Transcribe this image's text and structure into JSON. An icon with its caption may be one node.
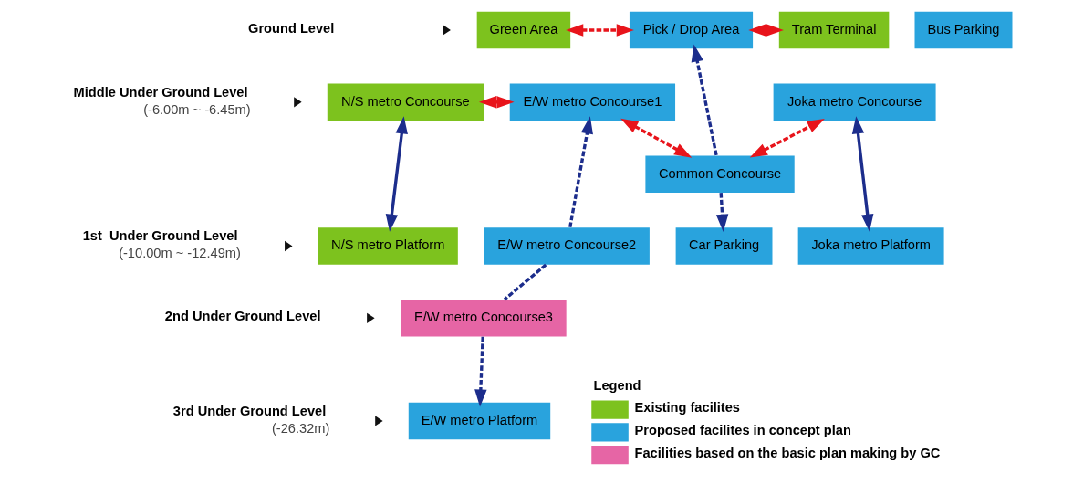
{
  "diagram": {
    "nodes": [
      {
        "text": [
          "Green Area"
        ]
      },
      {
        "text": [
          "Pick / Drop Area"
        ]
      },
      {
        "text": [
          "Tram Terminal"
        ]
      },
      {
        "text": [
          "N/S metro Concourse"
        ]
      },
      {
        "text": [
          "E/W metro Concourse1"
        ]
      },
      {
        "text": [
          "Bus Parking"
        ]
      },
      {
        "text": [
          "Common Concourse"
        ]
      },
      {
        "text": [
          "Joka metro Concourse"
        ]
      },
      {
        "text": [
          "N/S metro Platform"
        ]
      },
      {
        "text": [
          "E/W metro Concourse2"
        ]
      },
      {
        "text": [
          "Car Parking"
        ]
      },
      {
        "text": [
          "Joka metro Platform"
        ]
      },
      {
        "text": [
          "E/W metro Concourse3"
        ]
      },
      {
        "text": [
          "E/W metro Platform"
        ]
      }
    ],
    "edges": [
      {
        "from": 0,
        "to": 1,
        "arrow": "both",
        "style": "dashed",
        "color": "#e8141b"
      },
      {
        "from": 1,
        "to": 2,
        "arrow": "both",
        "style": "dashed",
        "color": "#e8141b"
      },
      {
        "from": 3,
        "to": 4,
        "arrow": "both",
        "style": "dashed",
        "color": "#e8141b"
      },
      {
        "from": 4,
        "to": 6,
        "arrow": "both",
        "style": "dashed",
        "color": "#e8141b"
      },
      {
        "from": 6,
        "to": 7,
        "arrow": "both",
        "style": "dashed",
        "color": "#e8141b"
      },
      {
        "from": 3,
        "to": 8,
        "arrow": "both"
      },
      {
        "from": 7,
        "to": 11,
        "arrow": "both"
      },
      {
        "from": 6,
        "to": 1,
        "arrow": "to",
        "style": "dashed"
      },
      {
        "from": 6,
        "to": 10,
        "arrow": "to",
        "style": "dashed"
      },
      {
        "from": 9,
        "to": 4,
        "arrow": "to",
        "style": "dashed"
      },
      {
        "from": 9,
        "to": 12,
        "arrow": "none",
        "style": "dashed"
      },
      {
        "from": 12,
        "to": 13,
        "arrow": "to",
        "style": "dashed"
      }
    ],
    "labels": [
      "Ground Level",
      "Middle Under Ground Level",
      "(-6.00m ~ -6.45m)",
      "1st  Under Ground Level",
      "(-10.00m ~ -12.49m)",
      "2nd Under Ground Level",
      "3rd Under Ground Level",
      "(-26.32m)",
      "Legend"
    ],
    "legend": [
      {
        "text": "Existing facilites",
        "color": "#7dc21e"
      },
      {
        "text": "Proposed facilites in concept plan",
        "color": "#29a3dd"
      },
      {
        "text": "Facilities based on the basic plan making by GC",
        "color": "#e665a5"
      }
    ]
  }
}
